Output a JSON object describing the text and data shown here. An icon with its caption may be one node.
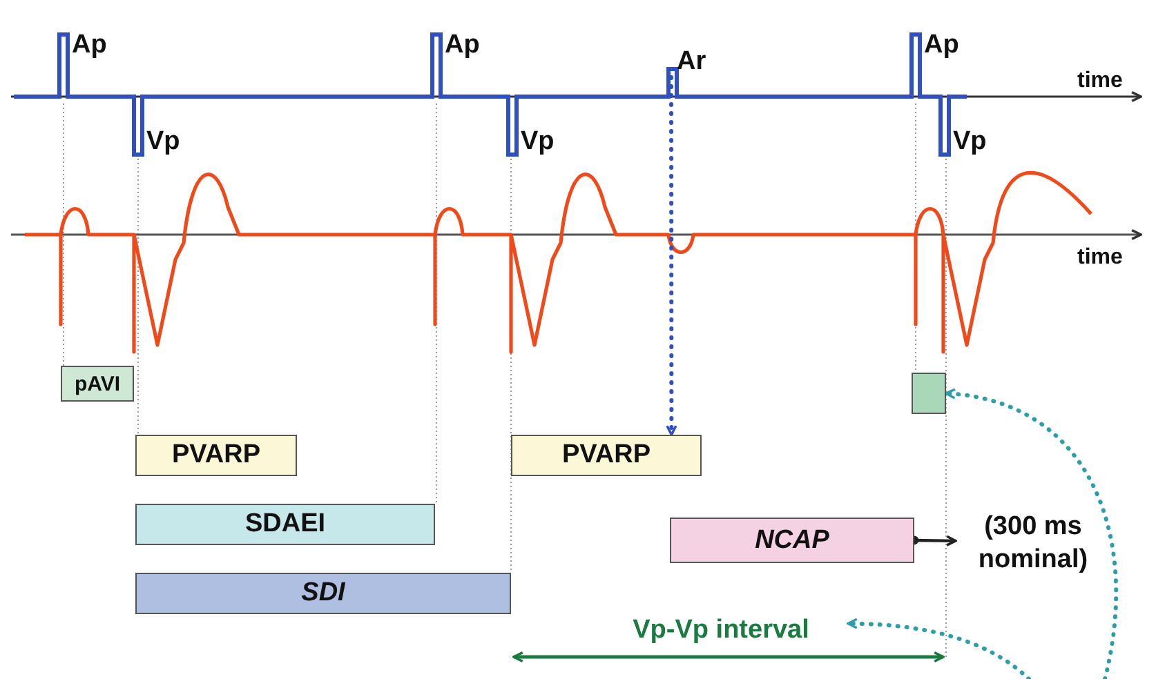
{
  "diagram": {
    "nodes": [
      {
        "text": [
          "Ar"
        ]
      },
      {
        "text": [
          "pAVI"
        ]
      },
      {
        "text": [
          "PVARP"
        ]
      },
      {
        "text": [
          "SDAEI"
        ]
      },
      {
        "text": [
          "SDI"
        ]
      },
      {
        "text": [
          "PVARP"
        ]
      },
      {
        "text": [
          "NCAP"
        ]
      },
      {
        "text": [
          "(300 ms nominal)"
        ]
      },
      {
        "text": [],
        "shape": "box"
      },
      {
        "text": [
          "Vp-Vp interval"
        ]
      }
    ],
    "edges": [
      {
        "from": 0,
        "to": 5,
        "arrow": "to",
        "style": "dashed",
        "color": "#2f4fc4"
      },
      {
        "from": 6,
        "to": 7,
        "arrow": "to",
        "color": "#222222"
      },
      {
        "from": null,
        "to": 8,
        "arrow": "to",
        "style": "dashed",
        "color": "#2c9fa6"
      },
      {
        "from": null,
        "to": 9,
        "arrow": "to",
        "style": "dashed",
        "color": "#2c9fa6"
      }
    ],
    "labels": [
      "Ap",
      "Ap",
      "Ap",
      "time",
      "Vp",
      "Vp",
      "Vp",
      "time"
    ]
  }
}
